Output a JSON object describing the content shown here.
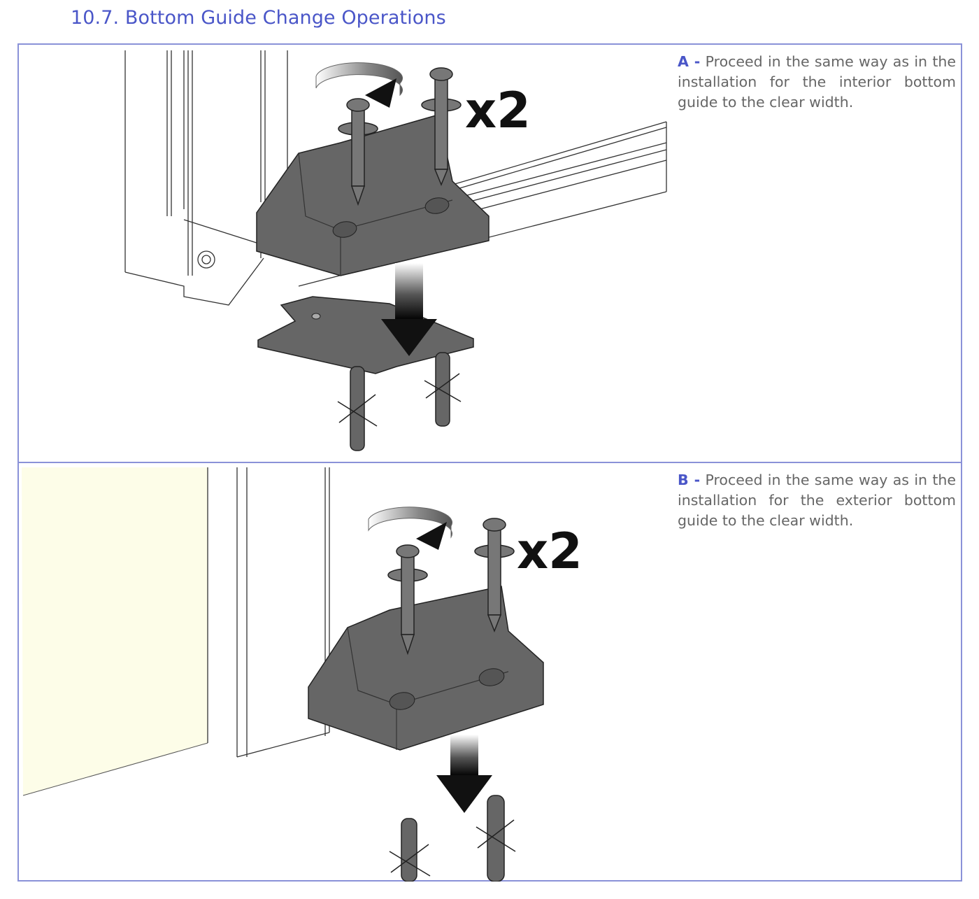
{
  "section": {
    "title": "10.7. Bottom Guide Change Operations"
  },
  "steps": [
    {
      "letter": "A -",
      "text": "Proceed in the same way as in the installation for the interior bottom guide to the clear width.",
      "figure": {
        "multiplier": "x2"
      }
    },
    {
      "letter": "B -",
      "text": "Proceed in the same way as in the installation for the exterior bottom guide to the clear width.",
      "figure": {
        "multiplier": "x2"
      }
    }
  ],
  "colors": {
    "heading": "#4a56c8",
    "border": "#8a92d8",
    "body_text": "#666666",
    "guide_part": "#666666",
    "wall": "#fdfde8"
  },
  "icons": [
    "rotation-arrow-icon",
    "screw-icon",
    "wall-plug-icon",
    "down-arrow-icon"
  ]
}
